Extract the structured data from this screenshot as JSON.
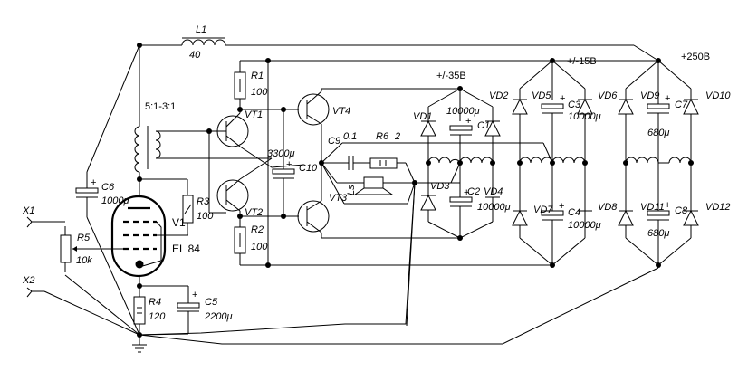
{
  "title": "Tube-driven transistor amplifier schematic (EL 84)",
  "components": {
    "L1": {
      "ref": "L1",
      "value": "40"
    },
    "transformer": {
      "ratio": "5:1-3:1"
    },
    "R1": {
      "ref": "R1",
      "value": "100"
    },
    "R2": {
      "ref": "R2",
      "value": "100"
    },
    "R3": {
      "ref": "R3",
      "value": "100"
    },
    "R4": {
      "ref": "R4",
      "value": "120"
    },
    "R5": {
      "ref": "R5",
      "value": "10k"
    },
    "R6": {
      "ref": "R6",
      "value": "2"
    },
    "C1": {
      "ref": "C1",
      "value": "10000μ"
    },
    "C2": {
      "ref": "C2",
      "value": "10000μ"
    },
    "C3": {
      "ref": "C3",
      "value": "10000μ"
    },
    "C4": {
      "ref": "C4",
      "value": "10000μ"
    },
    "C5": {
      "ref": "C5",
      "value": "2200μ"
    },
    "C6": {
      "ref": "C6",
      "value": "1000μ"
    },
    "C7": {
      "ref": "C7",
      "value": "680μ"
    },
    "C8": {
      "ref": "C8",
      "value": "680μ"
    },
    "C9": {
      "ref": "C9",
      "value": "0.1"
    },
    "C10": {
      "ref": "C10",
      "value": "3300μ"
    },
    "tube": {
      "ref": "V1",
      "type": "EL 84"
    },
    "transistors": [
      "VT1",
      "VT2",
      "VT3",
      "VT4"
    ],
    "diodes": [
      "VD1",
      "VD2",
      "VD3",
      "VD4",
      "VD5",
      "VD6",
      "VD7",
      "VD8",
      "VD9",
      "VD10",
      "VD11",
      "VD12"
    ],
    "speaker": {
      "ref": "Ls"
    }
  },
  "terminals": {
    "x1": "X1",
    "x2": "X2"
  },
  "rails": {
    "r35": "+/-35В",
    "r15": "+/-15В",
    "r250": "+250В"
  }
}
